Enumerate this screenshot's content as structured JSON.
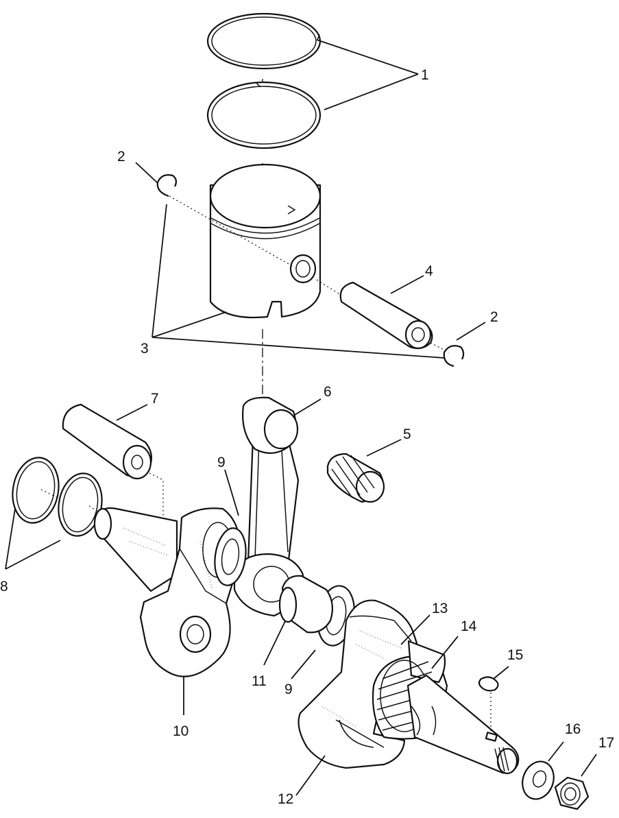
{
  "callouts": [
    {
      "id": "c1",
      "label": "1"
    },
    {
      "id": "c2a",
      "label": "2"
    },
    {
      "id": "c2b",
      "label": "2"
    },
    {
      "id": "c3",
      "label": "3"
    },
    {
      "id": "c4",
      "label": "4"
    },
    {
      "id": "c5",
      "label": "5"
    },
    {
      "id": "c6",
      "label": "6"
    },
    {
      "id": "c7",
      "label": "7"
    },
    {
      "id": "c8",
      "label": "8"
    },
    {
      "id": "c9a",
      "label": "9"
    },
    {
      "id": "c9b",
      "label": "9"
    },
    {
      "id": "c10",
      "label": "10"
    },
    {
      "id": "c11",
      "label": "11"
    },
    {
      "id": "c12",
      "label": "12"
    },
    {
      "id": "c13",
      "label": "13"
    },
    {
      "id": "c14",
      "label": "14"
    },
    {
      "id": "c15",
      "label": "15"
    },
    {
      "id": "c16",
      "label": "16"
    },
    {
      "id": "c17",
      "label": "17"
    }
  ]
}
